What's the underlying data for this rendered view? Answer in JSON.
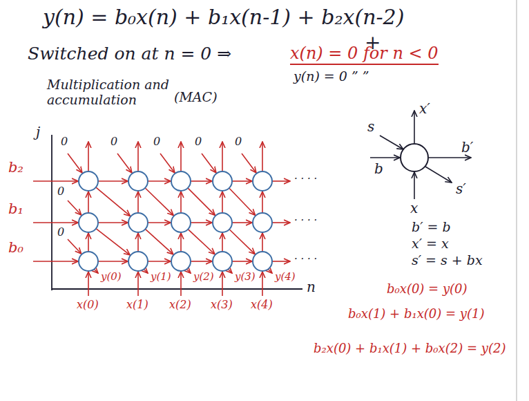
{
  "diagram": {
    "labels": [
      "y(n) = b₀x(n) + b₁x(n-1) + b₂x(n-2)",
      "+",
      "Switched on at n = 0 ⇒",
      "x(n) = 0 for n < 0",
      "y(n) = 0 ” ”",
      "Multiplication and accumulation",
      "(MAC)",
      "j",
      "b₂",
      "b₁",
      "b₀",
      "0",
      "0",
      "0",
      "0",
      "0",
      "0",
      "0",
      "y(0)",
      "y(1)",
      "y(2)",
      "y(3)",
      "y(4)",
      "x(0)",
      "x(1)",
      "x(2)",
      "x(3)",
      "x(4)",
      "n",
      "· · · ·",
      "· · · ·",
      "· · · ·",
      "s",
      "b",
      "x′",
      "b′",
      "s′",
      "x",
      "b′ = b",
      "x′ = x",
      "s′ = s + bx",
      "b₀x(0) = y(0)",
      "b₀x(1) + b₁x(0) = y(1)",
      "b₂x(0) + b₁x(1) + b₀x(2) = y(2)"
    ]
  }
}
